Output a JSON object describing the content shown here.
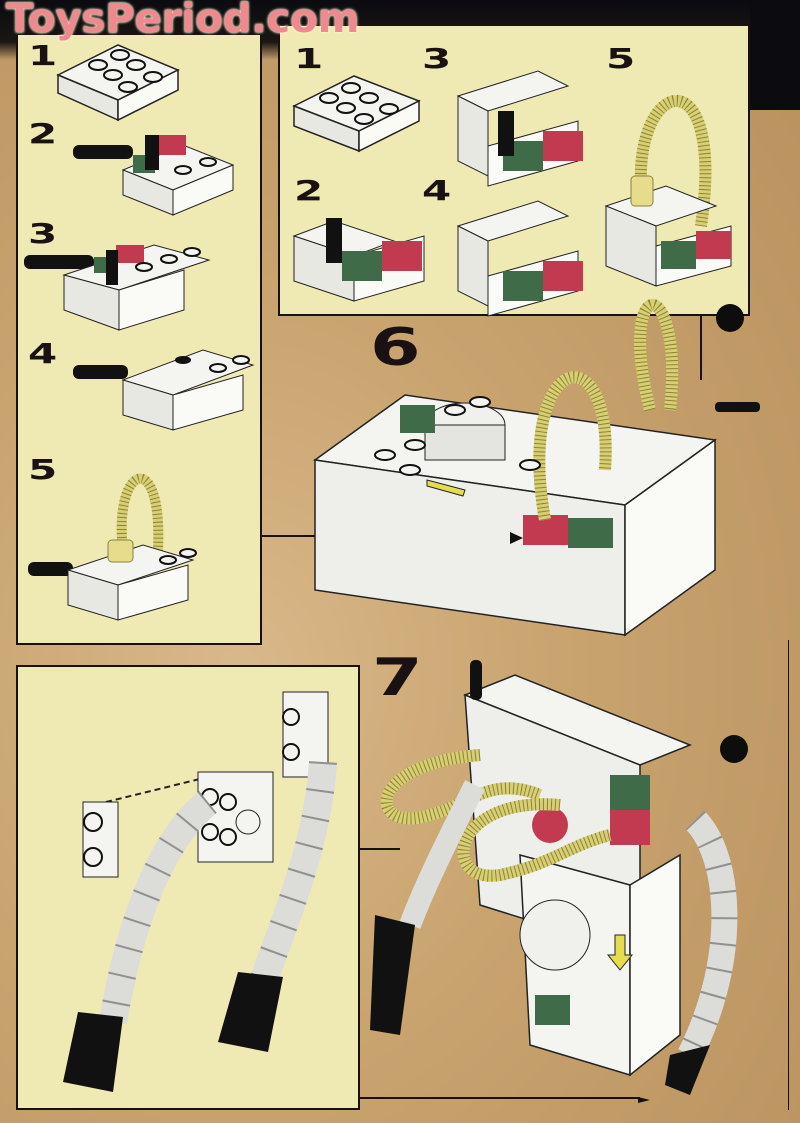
{
  "watermark": "ToysPeriod.com",
  "colors": {
    "panel_bg": "#efe9b4",
    "brick_white": "#f4f4f0",
    "brick_green": "#3f6b48",
    "brick_red": "#c23a4f",
    "hose_yellow": "#e0d878",
    "black": "#111111",
    "watermark": "#f08890"
  },
  "panel_left": {
    "steps": [
      {
        "label": "1",
        "icon": "brick-2x3-icon"
      },
      {
        "label": "2",
        "icon": "sub-assembly-hinge-icon"
      },
      {
        "label": "3",
        "icon": "sub-assembly-stacked-icon"
      },
      {
        "label": "4",
        "icon": "sub-assembly-plate-icon"
      },
      {
        "label": "5",
        "icon": "sub-assembly-hose-icon"
      }
    ]
  },
  "panel_top_right": {
    "steps": [
      {
        "label": "1",
        "icon": "brick-2x3-icon"
      },
      {
        "label": "2",
        "icon": "sub-assembly-red-green-icon"
      },
      {
        "label": "3",
        "icon": "sub-assembly-stacked-icon"
      },
      {
        "label": "4",
        "icon": "sub-assembly-stacked-2-icon"
      },
      {
        "label": "5",
        "icon": "sub-assembly-hose-icon"
      }
    ]
  },
  "main_steps": [
    {
      "label": "6",
      "icon": "battery-box-assembly-icon"
    },
    {
      "label": "7",
      "icon": "robot-body-assembly-icon"
    }
  ],
  "panel_bottom_left": {
    "icon": "leg-assembly-icon"
  }
}
